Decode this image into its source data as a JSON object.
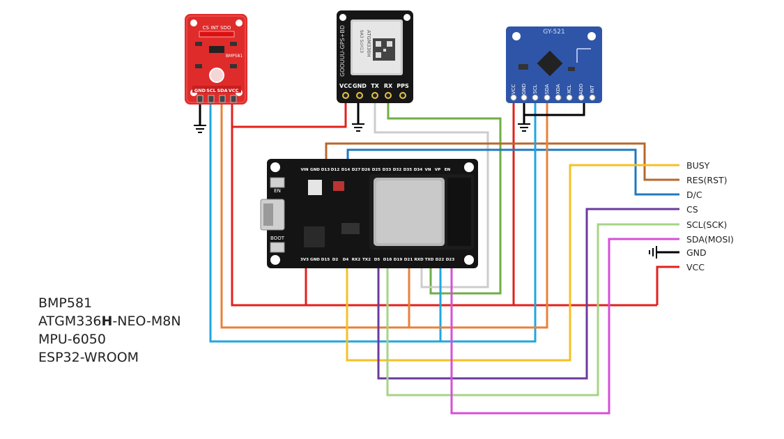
{
  "modules": {
    "bmp": {
      "name": "BMP581",
      "top_pins": "CS INT SDO",
      "pins": [
        "GND",
        "SCL",
        "SDA",
        "VCC"
      ]
    },
    "gps": {
      "side_text": "GOOUUU-GPS+BD",
      "chip_text_1": "ATGM336H",
      "chip_text_2": "9A3 ScH13",
      "pins": [
        "VCC",
        "GND",
        "TX",
        "RX",
        "PPS"
      ]
    },
    "mpu": {
      "name": "GY-521",
      "pins": [
        "VCC",
        "GND",
        "SCL",
        "SDA",
        "XDA",
        "XCL",
        "ADO",
        "INT"
      ]
    },
    "esp": {
      "top_pins": [
        "VIN",
        "GND",
        "D13",
        "D12",
        "D14",
        "D27",
        "D26",
        "D25",
        "D33",
        "D32",
        "D35",
        "D34",
        "VN",
        "VP",
        "EN"
      ],
      "bottom_pins": [
        "3V3",
        "GND",
        "D15",
        "D2",
        "D4",
        "RX2",
        "TX2",
        "D5",
        "D18",
        "D19",
        "D21",
        "RXD",
        "TXD",
        "D22",
        "D23"
      ],
      "en_label": "EN",
      "boot_label": "BOOT"
    }
  },
  "display_pins": [
    {
      "label": "BUSY",
      "color": "#f5c024"
    },
    {
      "label": "RES(RST)",
      "color": "#b8672c"
    },
    {
      "label": "D/C",
      "color": "#1f78c0"
    },
    {
      "label": "CS",
      "color": "#6b3a9e"
    },
    {
      "label": "SCL(SCK)",
      "color": "#a6d485"
    },
    {
      "label": "SDA(MOSI)",
      "color": "#d64fd6"
    },
    {
      "label": "GND",
      "color": "#000000"
    },
    {
      "label": "VCC",
      "color": "#e3201b"
    }
  ],
  "legend": {
    "line1": "BMP581",
    "line2_pre": "ATGM336",
    "line2_bold": "H",
    "line2_post": "-NEO-M8N",
    "line3": "MPU-6050",
    "line4": "ESP32-WROOM"
  },
  "wire_colors": {
    "vcc": "#e3201b",
    "gnd": "#000000",
    "scl": "#1fa7e0",
    "sda": "#e8803a",
    "gps_tx": "#cccccc",
    "gps_rx": "#6fae45",
    "busy": "#f5c024",
    "rst": "#b8672c",
    "dc": "#1f78c0",
    "cs": "#6b3a9e",
    "sck": "#a6d485",
    "mosi": "#d64fd6"
  }
}
